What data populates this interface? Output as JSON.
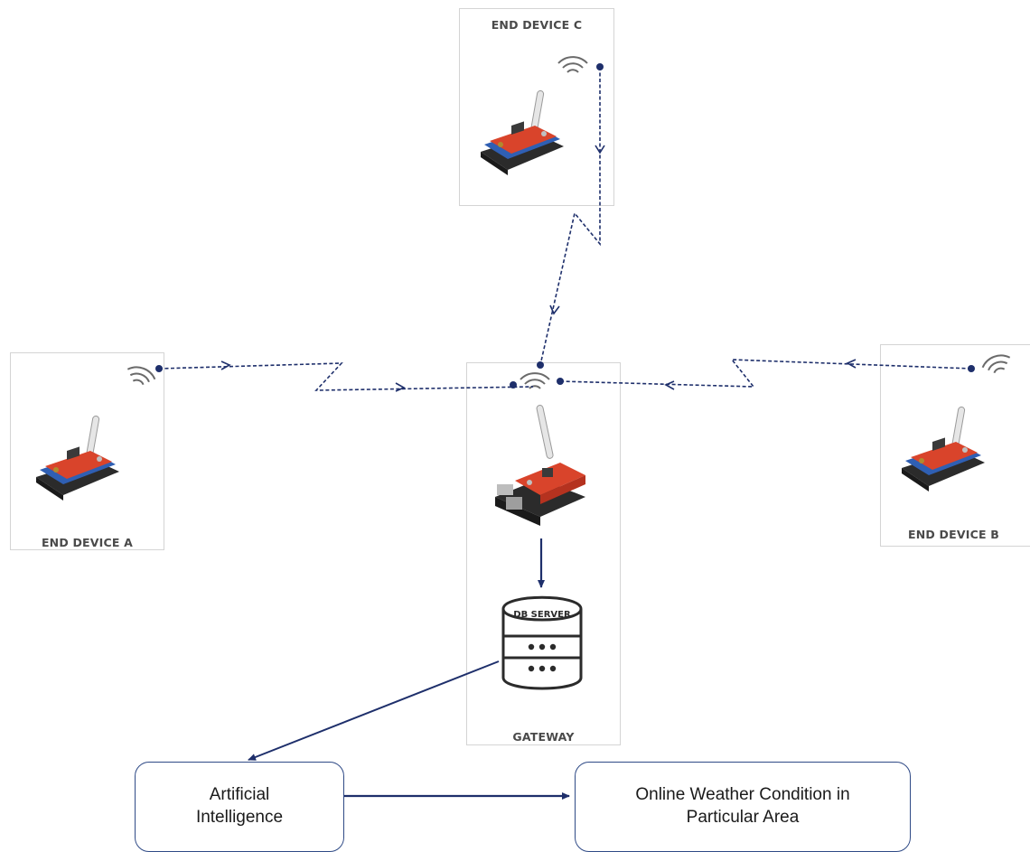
{
  "devices": {
    "c": {
      "label": "END DEVICE C"
    },
    "a": {
      "label": "END DEVICE A"
    },
    "b": {
      "label": "END DEVICE B"
    }
  },
  "gateway": {
    "label": "GATEWAY",
    "db_label": "DB SERVER"
  },
  "flow": {
    "ai": "Artificial\nIntelligence",
    "weather": "Online Weather Condition in\nParticular Area"
  },
  "colors": {
    "link": "#1e2f6b",
    "box_border": "#d4d4d4",
    "flow_border": "#2f4a86",
    "board_red": "#d9442b",
    "board_blue": "#2f5fb3",
    "board_black": "#2b2b2b"
  },
  "icons": [
    "wifi-icon",
    "arduino-lora-board",
    "raspberry-pi-lora-board",
    "database-icon",
    "arrow-icon"
  ]
}
